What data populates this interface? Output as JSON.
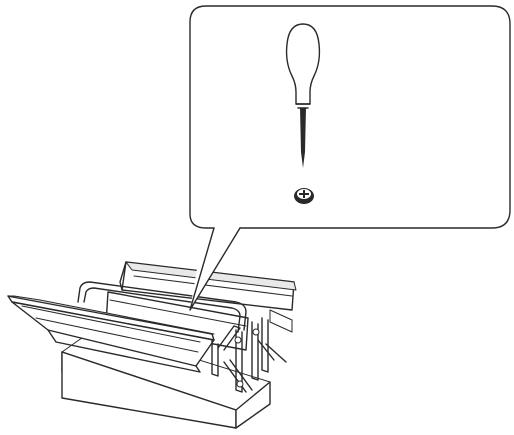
{
  "illustration": {
    "callout": {
      "tool": "phillips-screwdriver",
      "screw": "phillips-screw-head"
    },
    "object": "cantilever-toolbox",
    "colors": {
      "line": "#2a2a2a",
      "background": "#ffffff"
    }
  }
}
